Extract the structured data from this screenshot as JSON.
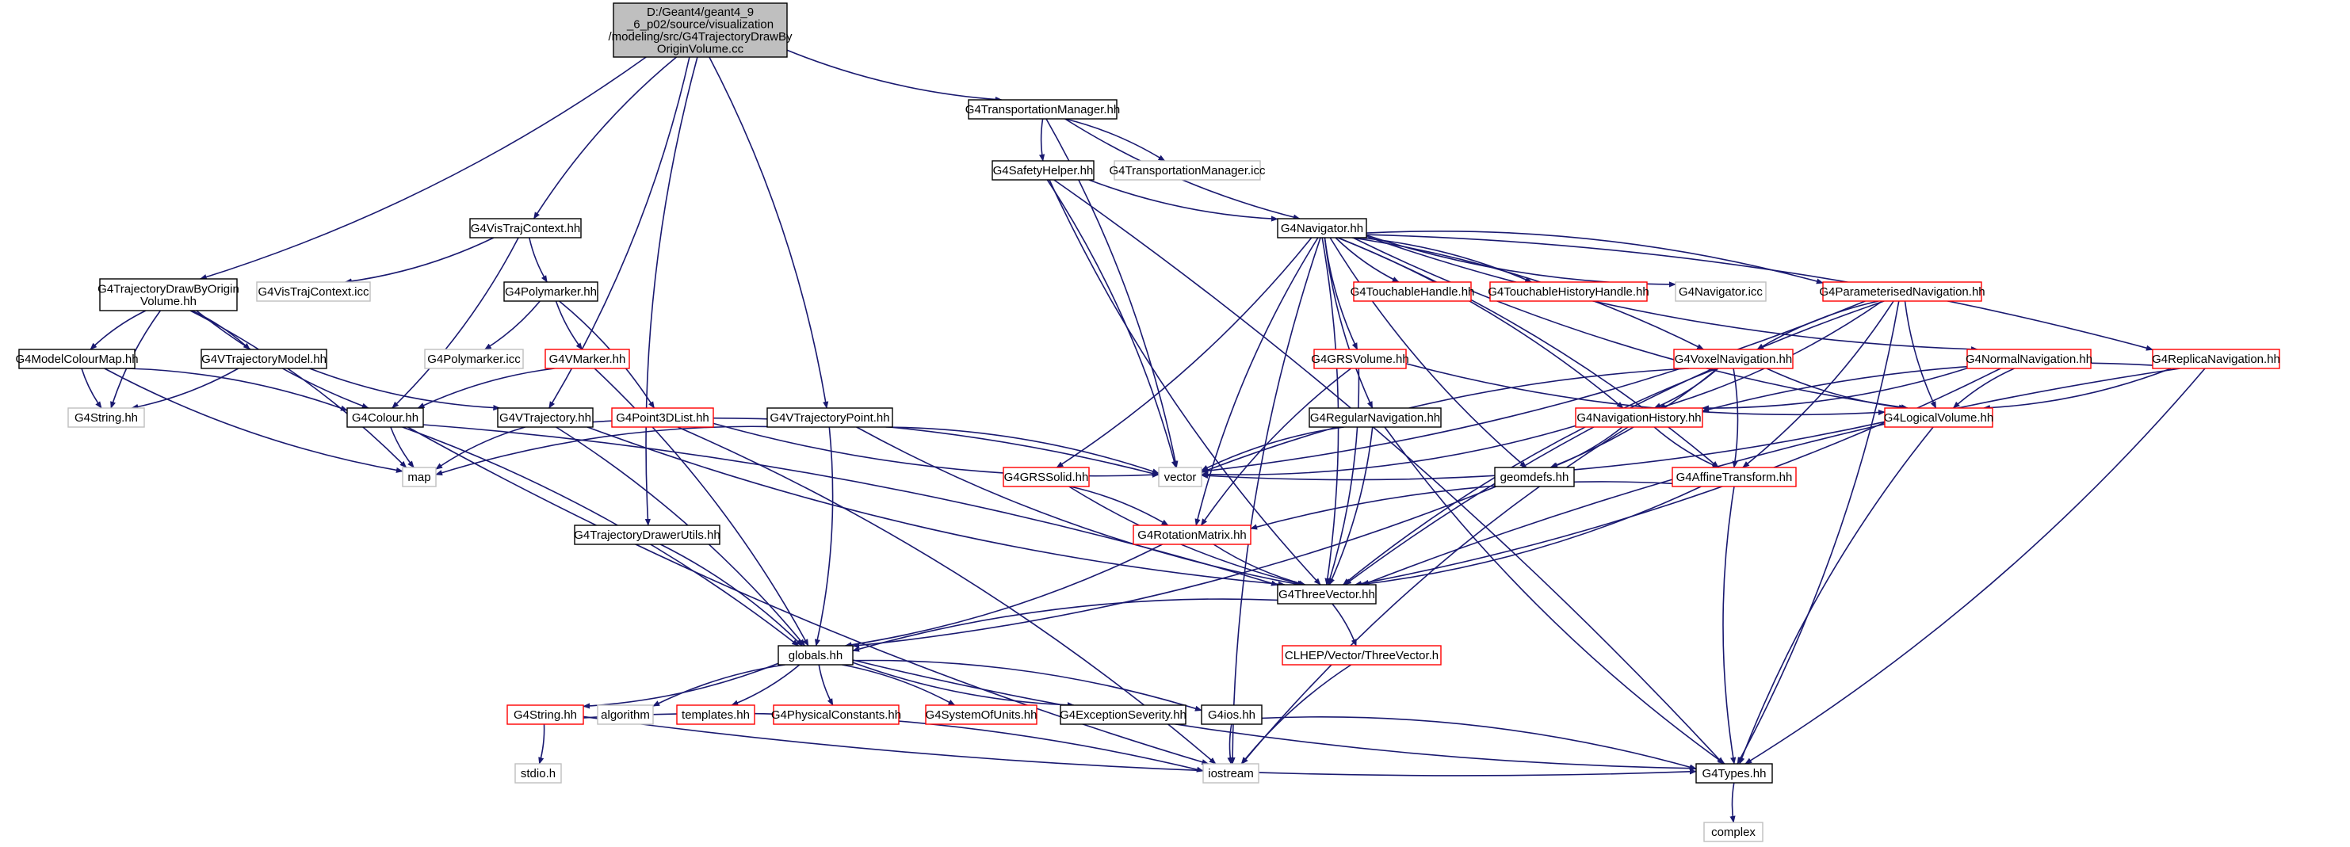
{
  "diagram": {
    "title": "",
    "colors": {
      "edge": "#191970",
      "root_fill": "#bfbfbf",
      "normal_border": "#000000",
      "truncated_border": "#ff0000",
      "external_border": "#bfbfbf",
      "fill": "#ffffff"
    },
    "nodes": [
      {
        "id": "root",
        "lines": [
          "D:/Geant4/geant4_9",
          "_6_p02/source/visualization",
          "/modeling/src/G4TrajectoryDrawBy",
          "OriginVolume.cc"
        ],
        "kind": "root"
      },
      {
        "id": "tm",
        "lines": [
          "G4TransportationManager.hh"
        ],
        "kind": "normal"
      },
      {
        "id": "sh",
        "lines": [
          "G4SafetyHelper.hh"
        ],
        "kind": "normal"
      },
      {
        "id": "tmicc",
        "lines": [
          "G4TransportationManager.icc"
        ],
        "kind": "external"
      },
      {
        "id": "nav",
        "lines": [
          "G4Navigator.hh"
        ],
        "kind": "normal"
      },
      {
        "id": "vtc",
        "lines": [
          "G4VisTrajContext.hh"
        ],
        "kind": "normal"
      },
      {
        "id": "tdbov",
        "lines": [
          "G4TrajectoryDrawByOrigin",
          "Volume.hh"
        ],
        "kind": "normal"
      },
      {
        "id": "vtcicc",
        "lines": [
          "G4VisTrajContext.icc"
        ],
        "kind": "external"
      },
      {
        "id": "poly",
        "lines": [
          "G4Polymarker.hh"
        ],
        "kind": "normal"
      },
      {
        "id": "th",
        "lines": [
          "G4TouchableHandle.hh"
        ],
        "kind": "truncated"
      },
      {
        "id": "thh",
        "lines": [
          "G4TouchableHistoryHandle.hh"
        ],
        "kind": "truncated"
      },
      {
        "id": "navicc",
        "lines": [
          "G4Navigator.icc"
        ],
        "kind": "external"
      },
      {
        "id": "pnav",
        "lines": [
          "G4ParameterisedNavigation.hh"
        ],
        "kind": "truncated"
      },
      {
        "id": "mcm",
        "lines": [
          "G4ModelColourMap.hh"
        ],
        "kind": "normal"
      },
      {
        "id": "vtm",
        "lines": [
          "G4VTrajectoryModel.hh"
        ],
        "kind": "normal"
      },
      {
        "id": "polyicc",
        "lines": [
          "G4Polymarker.icc"
        ],
        "kind": "external"
      },
      {
        "id": "vmark",
        "lines": [
          "G4VMarker.hh"
        ],
        "kind": "truncated"
      },
      {
        "id": "grsv",
        "lines": [
          "G4GRSVolume.hh"
        ],
        "kind": "truncated"
      },
      {
        "id": "vox",
        "lines": [
          "G4VoxelNavigation.hh"
        ],
        "kind": "truncated"
      },
      {
        "id": "nnav",
        "lines": [
          "G4NormalNavigation.hh"
        ],
        "kind": "truncated"
      },
      {
        "id": "rnav",
        "lines": [
          "G4ReplicaNavigation.hh"
        ],
        "kind": "truncated"
      },
      {
        "id": "str",
        "lines": [
          "G4String.hh"
        ],
        "kind": "external"
      },
      {
        "id": "col",
        "lines": [
          "G4Colour.hh"
        ],
        "kind": "normal"
      },
      {
        "id": "vtraj",
        "lines": [
          "G4VTrajectory.hh"
        ],
        "kind": "normal"
      },
      {
        "id": "p3d",
        "lines": [
          "G4Point3DList.hh"
        ],
        "kind": "truncated"
      },
      {
        "id": "vtp",
        "lines": [
          "G4VTrajectoryPoint.hh"
        ],
        "kind": "normal"
      },
      {
        "id": "regnav",
        "lines": [
          "G4RegularNavigation.hh"
        ],
        "kind": "normal"
      },
      {
        "id": "nhist",
        "lines": [
          "G4NavigationHistory.hh"
        ],
        "kind": "truncated"
      },
      {
        "id": "lv",
        "lines": [
          "G4LogicalVolume.hh"
        ],
        "kind": "truncated"
      },
      {
        "id": "map",
        "lines": [
          "map"
        ],
        "kind": "external"
      },
      {
        "id": "vector",
        "lines": [
          "vector"
        ],
        "kind": "external"
      },
      {
        "id": "grss",
        "lines": [
          "G4GRSSolid.hh"
        ],
        "kind": "truncated"
      },
      {
        "id": "geomdefs",
        "lines": [
          "geomdefs.hh"
        ],
        "kind": "normal"
      },
      {
        "id": "aff",
        "lines": [
          "G4AffineTransform.hh"
        ],
        "kind": "truncated"
      },
      {
        "id": "tdu",
        "lines": [
          "G4TrajectoryDrawerUtils.hh"
        ],
        "kind": "normal"
      },
      {
        "id": "rot",
        "lines": [
          "G4RotationMatrix.hh"
        ],
        "kind": "truncated"
      },
      {
        "id": "tv",
        "lines": [
          "G4ThreeVector.hh"
        ],
        "kind": "normal"
      },
      {
        "id": "clhep",
        "lines": [
          "CLHEP/Vector/ThreeVector.h"
        ],
        "kind": "truncated"
      },
      {
        "id": "glob",
        "lines": [
          "globals.hh"
        ],
        "kind": "normal"
      },
      {
        "id": "g4str",
        "lines": [
          "G4String.hh"
        ],
        "kind": "truncated"
      },
      {
        "id": "algo",
        "lines": [
          "algorithm"
        ],
        "kind": "external"
      },
      {
        "id": "tmpl",
        "lines": [
          "templates.hh"
        ],
        "kind": "truncated"
      },
      {
        "id": "phys",
        "lines": [
          "G4PhysicalConstants.hh"
        ],
        "kind": "truncated"
      },
      {
        "id": "units",
        "lines": [
          "G4SystemOfUnits.hh"
        ],
        "kind": "truncated"
      },
      {
        "id": "exc",
        "lines": [
          "G4ExceptionSeverity.hh"
        ],
        "kind": "normal"
      },
      {
        "id": "ios",
        "lines": [
          "G4ios.hh"
        ],
        "kind": "normal"
      },
      {
        "id": "stdio",
        "lines": [
          "stdio.h"
        ],
        "kind": "external"
      },
      {
        "id": "iostream",
        "lines": [
          "iostream"
        ],
        "kind": "external"
      },
      {
        "id": "types",
        "lines": [
          "G4Types.hh"
        ],
        "kind": "normal"
      },
      {
        "id": "complex",
        "lines": [
          "complex"
        ],
        "kind": "external"
      }
    ],
    "edges": [
      [
        "root",
        "tm"
      ],
      [
        "root",
        "tdbov"
      ],
      [
        "root",
        "vtc"
      ],
      [
        "root",
        "vtraj"
      ],
      [
        "root",
        "tdu"
      ],
      [
        "root",
        "vtp"
      ],
      [
        "tm",
        "sh"
      ],
      [
        "tm",
        "tmicc"
      ],
      [
        "tm",
        "nav"
      ],
      [
        "tm",
        "vector"
      ],
      [
        "sh",
        "nav"
      ],
      [
        "sh",
        "vector"
      ],
      [
        "sh",
        "tv"
      ],
      [
        "sh",
        "types"
      ],
      [
        "nav",
        "th"
      ],
      [
        "nav",
        "thh"
      ],
      [
        "nav",
        "navicc"
      ],
      [
        "nav",
        "pnav"
      ],
      [
        "nav",
        "grsv"
      ],
      [
        "nav",
        "vox"
      ],
      [
        "nav",
        "nnav"
      ],
      [
        "nav",
        "rnav"
      ],
      [
        "nav",
        "regnav"
      ],
      [
        "nav",
        "nhist"
      ],
      [
        "nav",
        "lv"
      ],
      [
        "nav",
        "grss"
      ],
      [
        "nav",
        "geomdefs"
      ],
      [
        "nav",
        "aff"
      ],
      [
        "nav",
        "rot"
      ],
      [
        "nav",
        "tv"
      ],
      [
        "nav",
        "iostream"
      ],
      [
        "vtc",
        "vtcicc"
      ],
      [
        "vtc",
        "poly"
      ],
      [
        "vtc",
        "col"
      ],
      [
        "tdbov",
        "mcm"
      ],
      [
        "tdbov",
        "vtm"
      ],
      [
        "tdbov",
        "str"
      ],
      [
        "tdbov",
        "map"
      ],
      [
        "tdbov",
        "col"
      ],
      [
        "poly",
        "polyicc"
      ],
      [
        "poly",
        "vmark"
      ],
      [
        "poly",
        "p3d"
      ],
      [
        "vmark",
        "col"
      ],
      [
        "vmark",
        "glob"
      ],
      [
        "mcm",
        "str"
      ],
      [
        "mcm",
        "col"
      ],
      [
        "mcm",
        "map"
      ],
      [
        "vtm",
        "str"
      ],
      [
        "vtm",
        "vtraj"
      ],
      [
        "pnav",
        "vector"
      ],
      [
        "pnav",
        "vox"
      ],
      [
        "pnav",
        "nhist"
      ],
      [
        "pnav",
        "lv"
      ],
      [
        "pnav",
        "aff"
      ],
      [
        "pnav",
        "tv"
      ],
      [
        "pnav",
        "types"
      ],
      [
        "grsv",
        "rot"
      ],
      [
        "grsv",
        "tv"
      ],
      [
        "grsv",
        "lv"
      ],
      [
        "vox",
        "nhist"
      ],
      [
        "vox",
        "lv"
      ],
      [
        "vox",
        "geomdefs"
      ],
      [
        "vox",
        "vector"
      ],
      [
        "vox",
        "aff"
      ],
      [
        "vox",
        "tv"
      ],
      [
        "nnav",
        "nhist"
      ],
      [
        "nnav",
        "lv"
      ],
      [
        "nnav",
        "tv"
      ],
      [
        "rnav",
        "nhist"
      ],
      [
        "rnav",
        "lv"
      ],
      [
        "rnav",
        "tv"
      ],
      [
        "rnav",
        "types"
      ],
      [
        "col",
        "map"
      ],
      [
        "col",
        "glob"
      ],
      [
        "col",
        "iostream"
      ],
      [
        "col",
        "tv"
      ],
      [
        "vtraj",
        "map"
      ],
      [
        "vtraj",
        "vector"
      ],
      [
        "vtraj",
        "tv"
      ],
      [
        "vtraj",
        "glob"
      ],
      [
        "p3d",
        "vector"
      ],
      [
        "p3d",
        "iostream"
      ],
      [
        "vtp",
        "map"
      ],
      [
        "vtp",
        "vector"
      ],
      [
        "vtp",
        "tv"
      ],
      [
        "vtp",
        "glob"
      ],
      [
        "regnav",
        "vector"
      ],
      [
        "regnav",
        "tv"
      ],
      [
        "regnav",
        "types"
      ],
      [
        "nhist",
        "geomdefs"
      ],
      [
        "nhist",
        "aff"
      ],
      [
        "nhist",
        "vector"
      ],
      [
        "nhist",
        "iostream"
      ],
      [
        "lv",
        "vector"
      ],
      [
        "lv",
        "types"
      ],
      [
        "grss",
        "rot"
      ],
      [
        "grss",
        "tv"
      ],
      [
        "geomdefs",
        "glob"
      ],
      [
        "aff",
        "rot"
      ],
      [
        "aff",
        "tv"
      ],
      [
        "aff",
        "types"
      ],
      [
        "tdu",
        "glob"
      ],
      [
        "rot",
        "tv"
      ],
      [
        "rot",
        "glob"
      ],
      [
        "tv",
        "glob"
      ],
      [
        "tv",
        "clhep"
      ],
      [
        "clhep",
        "iostream"
      ],
      [
        "glob",
        "g4str"
      ],
      [
        "glob",
        "algo"
      ],
      [
        "glob",
        "tmpl"
      ],
      [
        "glob",
        "phys"
      ],
      [
        "glob",
        "units"
      ],
      [
        "glob",
        "exc"
      ],
      [
        "glob",
        "ios"
      ],
      [
        "glob",
        "types"
      ],
      [
        "g4str",
        "stdio"
      ],
      [
        "g4str",
        "types"
      ],
      [
        "g4str",
        "iostream"
      ],
      [
        "ios",
        "iostream"
      ],
      [
        "ios",
        "types"
      ],
      [
        "types",
        "complex"
      ]
    ]
  }
}
